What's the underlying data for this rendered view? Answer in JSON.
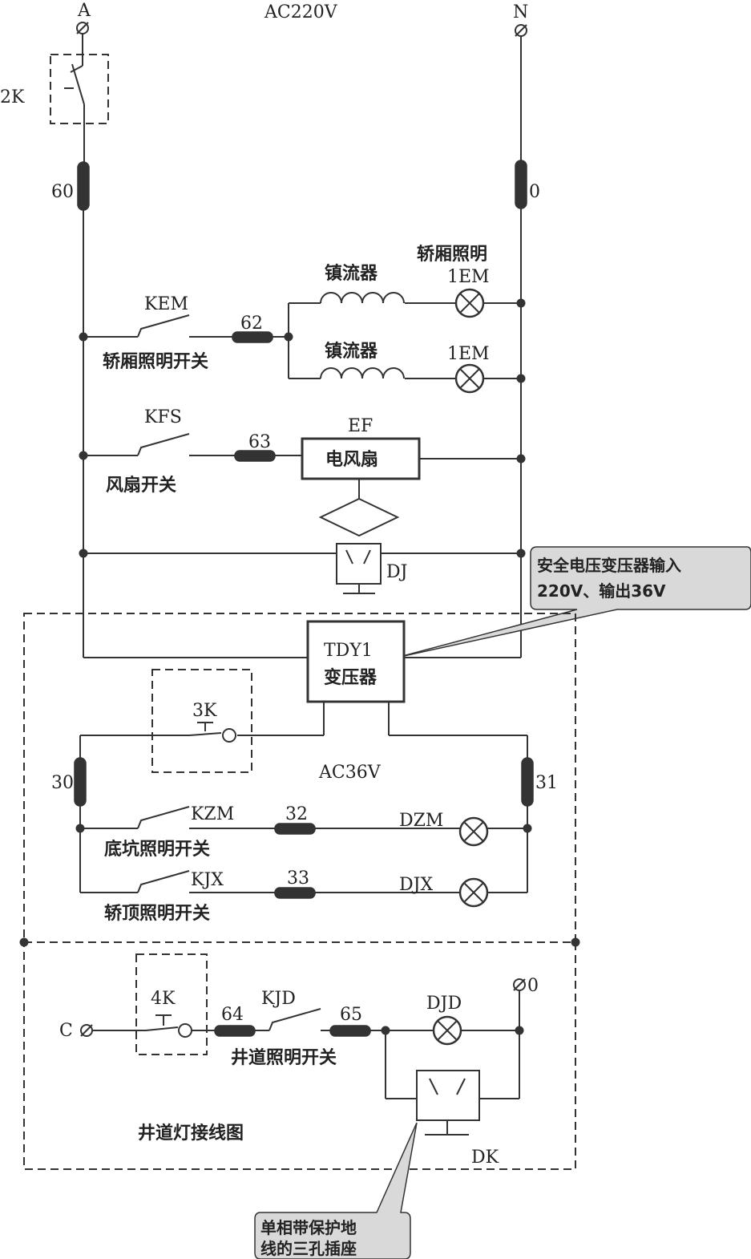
{
  "terminals": {
    "a": "A",
    "n": "N",
    "c": "C",
    "zero": "0"
  },
  "supply": {
    "ac220": "AC220V",
    "ac36": "AC36V"
  },
  "switches": {
    "k2": "2K",
    "k3": "3K",
    "k4": "4K",
    "kem": "KEM",
    "kfs": "KFS",
    "kzm": "KZM",
    "kjx": "KJX",
    "kjd": "KJD"
  },
  "wires": {
    "w60": "60",
    "w0": "0",
    "w62": "62",
    "w63": "63",
    "w30": "30",
    "w31": "31",
    "w32": "32",
    "w33": "33",
    "w64": "64",
    "w65": "65"
  },
  "components": {
    "ballast1": "镇流器",
    "ballast2": "镇流器",
    "car_light_title": "轿厢照明",
    "lamp_1em_a": "1EM",
    "lamp_1em_b": "1EM",
    "car_light_switch": "轿厢照明开关",
    "ef": "EF",
    "fan": "电风扇",
    "fan_switch": "风扇开关",
    "dj": "DJ",
    "transformer_line1": "TDY1",
    "transformer_line2": "变压器",
    "dzm": "DZM",
    "pit_light_switch": "底坑照明开关",
    "djx": "DJX",
    "car_top_switch": "轿顶照明开关",
    "djd": "DJD",
    "shaft_light_switch": "井道照明开关",
    "shaft_diagram_title": "井道灯接线图",
    "dk": "DK"
  },
  "callouts": {
    "transformer_line1": "安全电压变压器输入",
    "transformer_line2": "220V、输出36V",
    "socket_line1": "单相带保护地",
    "socket_line2": "线的三孔插座"
  }
}
